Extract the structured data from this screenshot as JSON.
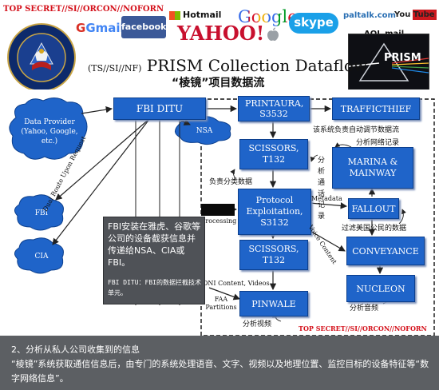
{
  "header": {
    "classification": "TOP SECRET//SI//ORCON//NOFORN",
    "title_prefix": "(TS//SI//NF)",
    "title": "PRISM Collection Dataflow",
    "title_cn": "“棱镜”项目数据流",
    "seal_text": "SPECIAL SOURCE OPERATIONS",
    "prism_logo": "PRISM"
  },
  "logos": {
    "gmail": "Gmail",
    "facebook": "facebook",
    "hotmail": "Hotmail",
    "google": "Google",
    "yahoo": "YAHOO!",
    "skype": "skype",
    "paltalk": "paltalk.com",
    "youtube": "You Tube",
    "aol": "AOL mail"
  },
  "diagram": {
    "data_provider": "Data Provider (Yahoo, Google, etc.)",
    "fbi_ditu": "FBI DITU",
    "nsa": "NSA",
    "fbi": "FBI",
    "cia": "CIA",
    "dual_route": "Dual Route Upon Request",
    "printaura": "PRINTAURA, S3532",
    "trafficthief": "TRAFFICTHIEF",
    "scissors1": "SCISSORS, T132",
    "protocol": "Protocol Exploitation, S3132",
    "scissors2": "SCISSORS, T132",
    "pinwale": "PINWALE",
    "marina": "MARINA & MAINWAY",
    "fallout": "FALLOUT",
    "conveyance": "CONVEYANCE",
    "nucleon": "NUCLEON",
    "processing": "Processing",
    "metadata": "Metadata",
    "voice_content": "Voice Content",
    "dni_content": "DNI Content, Videos",
    "faa_partitions": "FAA Partitions",
    "classification_bottom": "TOP SECRET//SI//ORCON//NOFORN",
    "cn_auto_flow": "该系统负责自动调节数据流",
    "cn_network": "分析网络记录",
    "cn_call": "分析通话记录",
    "cn_classify": "负责分类数据",
    "cn_filter": "过滤美国公民的数据",
    "cn_audio": "分析音频",
    "cn_video": "分析视频"
  },
  "callout": {
    "main": "FBI安装在雅虎、谷歌等公司的设备截获信息并传递给NSA、CIA或FBI。",
    "note": "FBI DITU：FBI的数据拦截技术单元。"
  },
  "caption": {
    "heading": "2、分析从私人公司收集到的信息",
    "body": "“棱镜”系统获取通信信息后，由专门的系统处理语音、文字、视频以及地理位置、监控目标的设备特征等“数字网络信息”。"
  },
  "colors": {
    "box_blue": "#1f64c9",
    "classification_red": "#d4101a",
    "caption_gray": "#5c5f63"
  }
}
